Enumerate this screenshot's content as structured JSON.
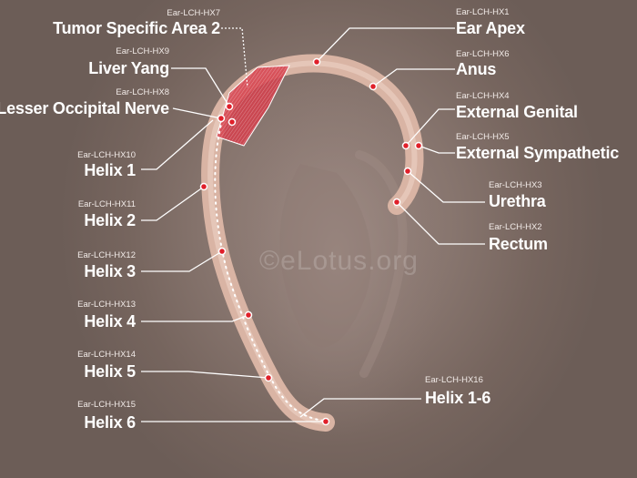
{
  "watermark": "©eLotus.org",
  "colors": {
    "line": "#ffffff",
    "point": "#e0202a",
    "helix": "#d9b4a4",
    "area": "#d6404c"
  },
  "labels": {
    "hx7": {
      "code": "Ear-LCH-HX7",
      "name": "Tumor Specific Area 2"
    },
    "hx9": {
      "code": "Ear-LCH-HX9",
      "name": "Liver Yang"
    },
    "hx8": {
      "code": "Ear-LCH-HX8",
      "name": "Lesser Occipital Nerve"
    },
    "hx10": {
      "code": "Ear-LCH-HX10",
      "name": "Helix 1"
    },
    "hx11": {
      "code": "Ear-LCH-HX11",
      "name": "Helix 2"
    },
    "hx12": {
      "code": "Ear-LCH-HX12",
      "name": "Helix 3"
    },
    "hx13": {
      "code": "Ear-LCH-HX13",
      "name": "Helix 4"
    },
    "hx14": {
      "code": "Ear-LCH-HX14",
      "name": "Helix 5"
    },
    "hx15": {
      "code": "Ear-LCH-HX15",
      "name": "Helix 6"
    },
    "hx1": {
      "code": "Ear-LCH-HX1",
      "name": "Ear Apex"
    },
    "hx6": {
      "code": "Ear-LCH-HX6",
      "name": "Anus"
    },
    "hx4": {
      "code": "Ear-LCH-HX4",
      "name": "External Genital"
    },
    "hx5": {
      "code": "Ear-LCH-HX5",
      "name": "External Sympathetic"
    },
    "hx3": {
      "code": "Ear-LCH-HX3",
      "name": "Urethra"
    },
    "hx2": {
      "code": "Ear-LCH-HX2",
      "name": "Rectum"
    },
    "hx16": {
      "code": "Ear-LCH-HX16",
      "name": "Helix 1-6"
    }
  }
}
